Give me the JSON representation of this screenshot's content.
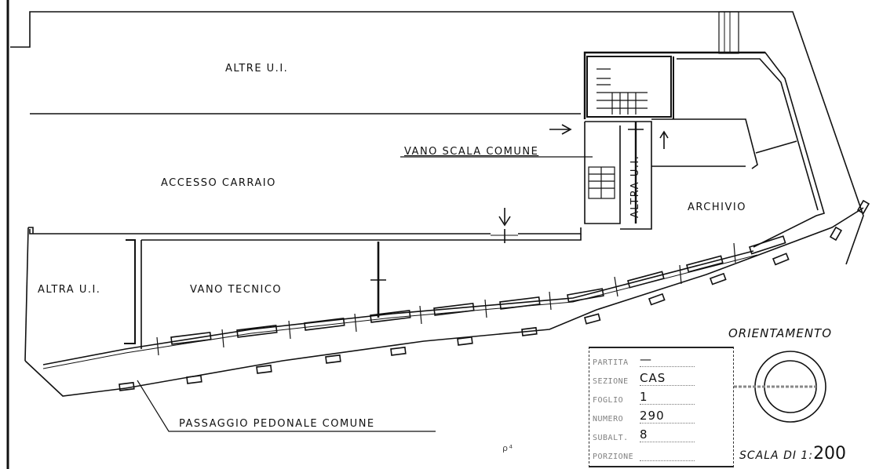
{
  "drawing": {
    "type": "floor-plan",
    "scale_label": "SCALA DI 1:",
    "scale_value": "200",
    "orientation_label": "ORIENTAMENTO",
    "stroke_color": "#111111",
    "background": "#ffffff"
  },
  "rooms": {
    "altre_ui": "ALTRE U.I.",
    "accesso_carraio": "ACCESSO   CARRAIO",
    "vano_scala_comune": "VANO SCALA COMUNE",
    "altra_ui_vertical": "ALTRA U.I.",
    "archivio": "ARCHIVIO",
    "altra_ui_left": "ALTRA U.I.",
    "vano_tecnico": "VANO TECNICO",
    "passaggio": "PASSAGGIO  PEDONALE  COMUNE"
  },
  "cartouche": {
    "rows": [
      {
        "key": "PARTITA",
        "value": "—"
      },
      {
        "key": "SEZIONE",
        "value": "CAS"
      },
      {
        "key": "FOGLIO",
        "value": "1"
      },
      {
        "key": "NUMERO",
        "value": "290"
      },
      {
        "key": "SUBALT.",
        "value": "8"
      },
      {
        "key": "PORZIONE",
        "value": ""
      }
    ]
  },
  "annotations": {
    "stray_mark": "ρ⁴"
  }
}
